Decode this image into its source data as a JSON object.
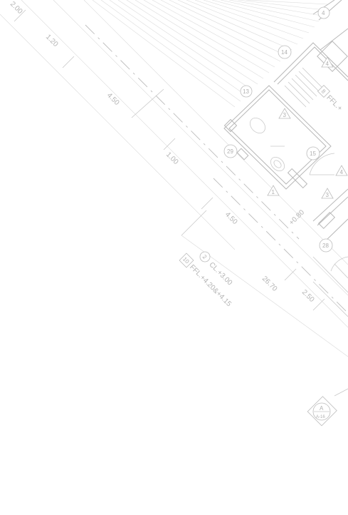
{
  "dimensions": [
    "2.00",
    "1.20",
    "4.50",
    "1.00",
    "4.50",
    "26.70",
    "2.50",
    "+0.80"
  ],
  "levels": {
    "ceiling_tag": "2",
    "ceiling_text": "CL.+3.00",
    "floor_tag": "10",
    "floor_text": "FFL.+4.20&+4.15",
    "floor_tag_top": "8",
    "floor_text_top": "FFL.+"
  },
  "markers": [
    "4",
    "14",
    "13",
    "15",
    "29",
    "28",
    "4",
    "1",
    "3",
    "4",
    "3"
  ],
  "section_marker": {
    "letter": "A",
    "sheet": "A-16"
  }
}
